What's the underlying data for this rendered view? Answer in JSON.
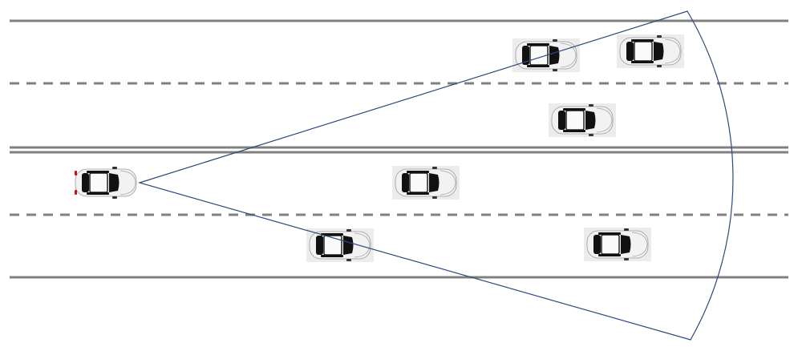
{
  "colors": {
    "background": "#ffffff",
    "lane_line": "#808080",
    "sensor_outline": "#2f4a7a",
    "ego_car_body": "#dde8f6",
    "other_car_body": "#f2f2f2",
    "car_glass": "#111111",
    "brake_light": "#d01020"
  },
  "road": {
    "carriageways": 2,
    "lanes_per_carriageway": 2,
    "divider": "double-solid",
    "lane_separator": "dashed"
  },
  "sensor": {
    "shape": "sector",
    "origin": "ego-vehicle"
  },
  "vehicles": [
    {
      "id": "ego",
      "role": "ego",
      "icon": "car-top-view-icon",
      "heading": "right"
    },
    {
      "id": "car-1",
      "role": "other",
      "icon": "car-top-view-icon",
      "heading": "right"
    },
    {
      "id": "car-2",
      "role": "other",
      "icon": "car-top-view-icon",
      "heading": "right"
    },
    {
      "id": "car-3",
      "role": "other",
      "icon": "car-top-view-icon",
      "heading": "right"
    },
    {
      "id": "car-4",
      "role": "other",
      "icon": "car-top-view-icon",
      "heading": "right"
    },
    {
      "id": "car-5",
      "role": "other",
      "icon": "car-top-view-icon",
      "heading": "right"
    },
    {
      "id": "car-6",
      "role": "other",
      "icon": "car-top-view-icon",
      "heading": "right"
    }
  ]
}
